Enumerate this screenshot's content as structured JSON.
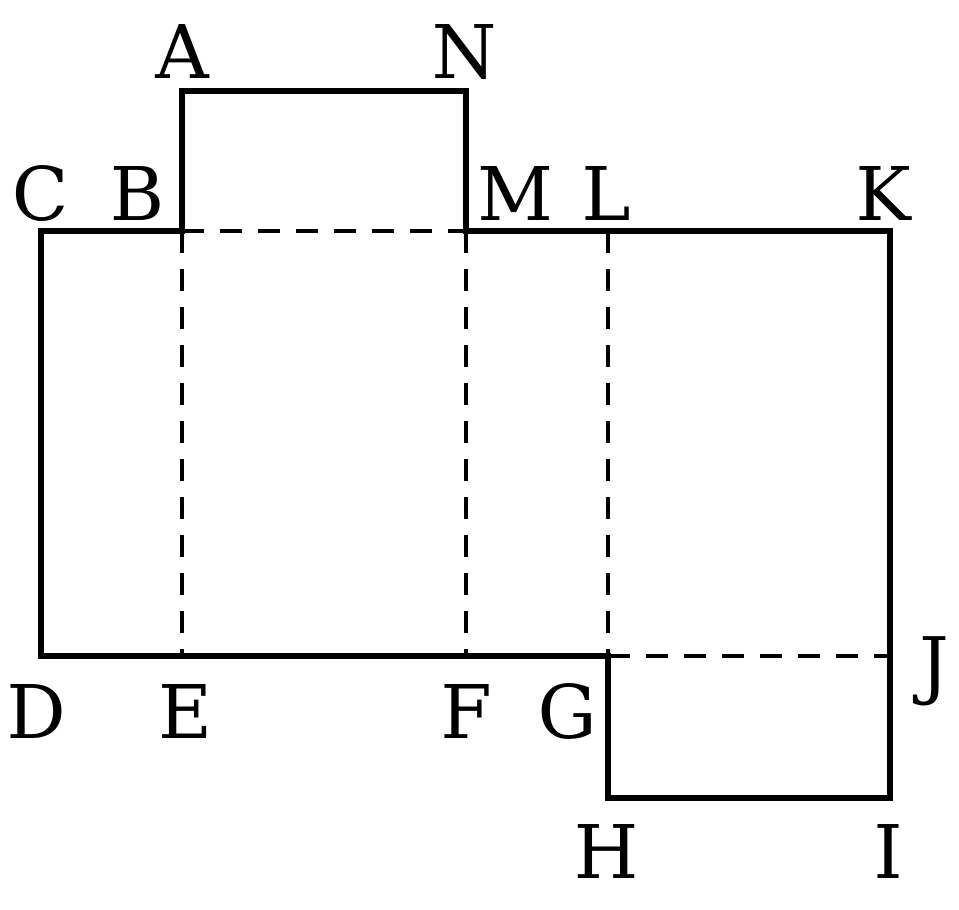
{
  "labels": {
    "A": "A",
    "B": "B",
    "C": "C",
    "D": "D",
    "E": "E",
    "F": "F",
    "G": "G",
    "H": "H",
    "I": "I",
    "J": "J",
    "K": "K",
    "L": "L",
    "M": "M",
    "N": "N"
  },
  "colors": {
    "stroke": "#000000",
    "background": "#ffffff"
  }
}
